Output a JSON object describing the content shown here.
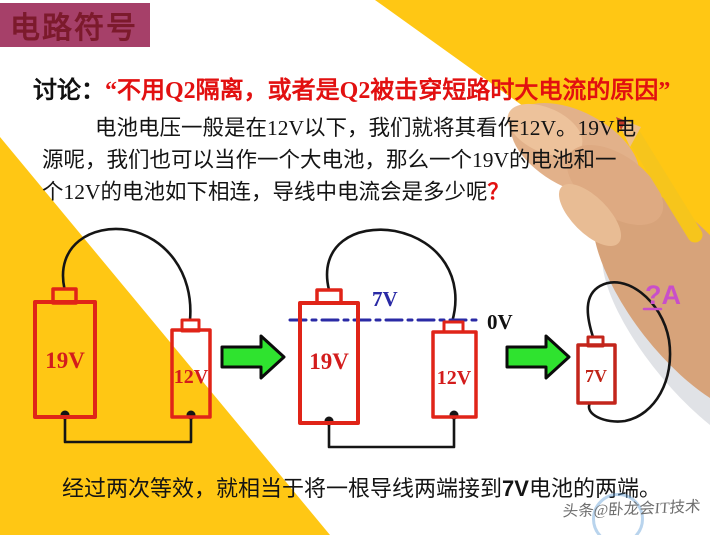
{
  "slide": {
    "header": {
      "title": "电路符号"
    },
    "discussion": {
      "label": "讨论：",
      "quote": "“不用Q2隔离，或者是Q2被击穿短路时大电流的原因”"
    },
    "paragraph": {
      "line1": "电池电压一般是在12V以下，我们就将其看作12V。19V电",
      "line2": "源呢，我们也可以当作一个大电池，那么一个19V的电池和一",
      "line3": "个12V的电池如下相连，导线中电流会是多少呢",
      "line3_mark": "？"
    },
    "conclusion": {
      "pre": "经过两次等效，就相当于将一根导线两端接到",
      "bold": "7V",
      "post": "电池的两端。"
    },
    "watermark": "头条@卧龙会IT技术"
  },
  "diagram": {
    "left": {
      "large_battery": "19V",
      "small_battery": "12V"
    },
    "middle": {
      "large_battery": "19V",
      "small_battery": "12V",
      "node_label": "7V",
      "reference_label": "0V"
    },
    "right": {
      "battery": "7V",
      "current_label": "?A"
    }
  },
  "colors": {
    "yellow": "#FFC714",
    "title_bg": "#A64069",
    "title_text": "#7C1A2C",
    "quote_red": "#E21010",
    "battery_red": "#E02418",
    "wire_black": "#151515",
    "arrow_green": "#2FE32F",
    "blue": "#2A2AA5",
    "magenta": "#C94FC9"
  }
}
